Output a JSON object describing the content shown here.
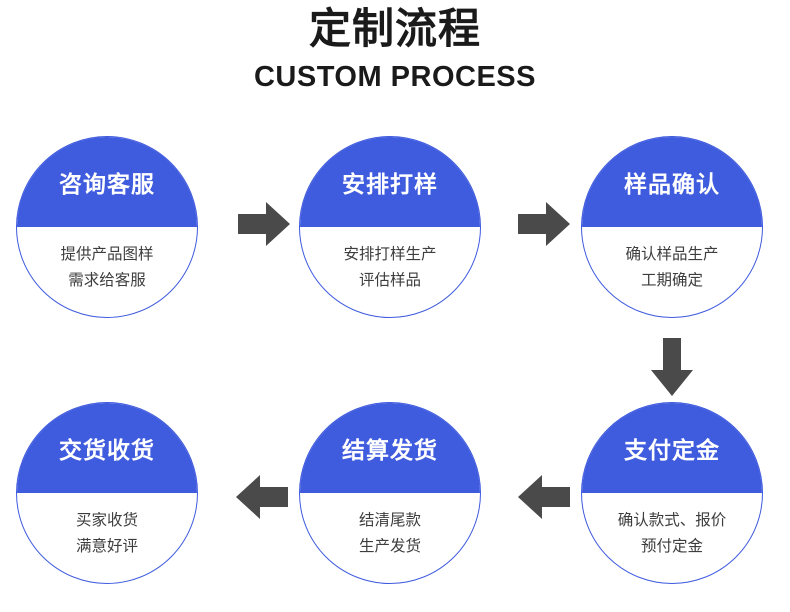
{
  "header": {
    "title_cn": "定制流程",
    "title_en": "CUSTOM PROCESS"
  },
  "theme": {
    "accent_blue": "#3F5BDE",
    "arrow_gray": "#4A4A4A",
    "body_text": "#3d3d3d",
    "title_text": "#1a1a1a",
    "background": "#FFFFFF"
  },
  "nodes": [
    {
      "step": 1,
      "title": "咨询客服",
      "lines": [
        "提供产品图样",
        "需求给客服"
      ]
    },
    {
      "step": 2,
      "title": "安排打样",
      "lines": [
        "安排打样生产",
        "评估样品"
      ]
    },
    {
      "step": 3,
      "title": "样品确认",
      "lines": [
        "确认样品生产",
        "工期确定"
      ]
    },
    {
      "step": 4,
      "title": "支付定金",
      "lines": [
        "确认款式、报价",
        "预付定金"
      ]
    },
    {
      "step": 5,
      "title": "结算发货",
      "lines": [
        "结清尾款",
        "生产发货"
      ]
    },
    {
      "step": 6,
      "title": "交货收货",
      "lines": [
        "买家收货",
        "满意好评"
      ]
    }
  ],
  "arrows": [
    {
      "id": "arrow-1",
      "direction": "right",
      "from": 1,
      "to": 2
    },
    {
      "id": "arrow-2",
      "direction": "right",
      "from": 2,
      "to": 3
    },
    {
      "id": "arrow-3",
      "direction": "down",
      "from": 3,
      "to": 4
    },
    {
      "id": "arrow-4",
      "direction": "left",
      "from": 4,
      "to": 5
    },
    {
      "id": "arrow-5",
      "direction": "left",
      "from": 5,
      "to": 6
    }
  ]
}
